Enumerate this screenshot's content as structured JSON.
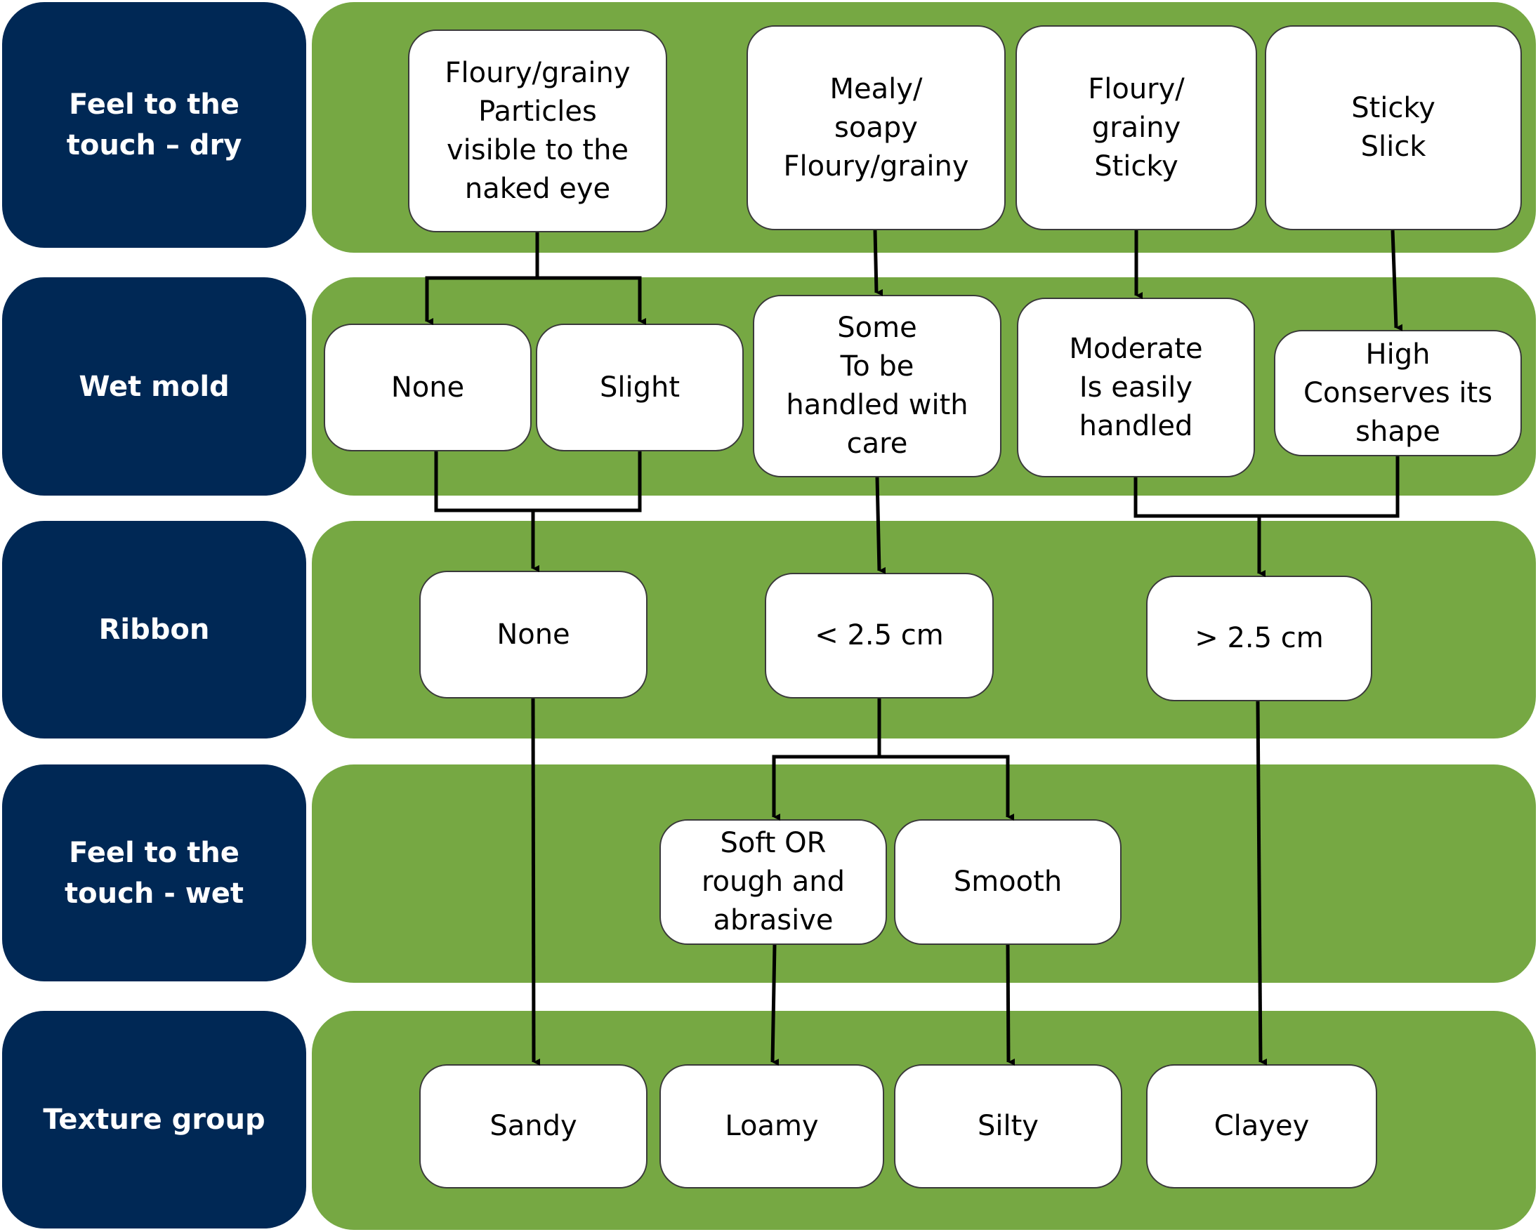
{
  "colors": {
    "label_bg": "#002855",
    "panel_bg": "#76a843",
    "box_bg": "#ffffff",
    "arrow": "#000000"
  },
  "rows": [
    {
      "label": "Feel to the touch – dry"
    },
    {
      "label": "Wet mold"
    },
    {
      "label": "Ribbon"
    },
    {
      "label": "Feel to the touch - wet"
    },
    {
      "label": "Texture group"
    }
  ],
  "dry": [
    "Floury/grainy\nParticles\nvisible to the\nnaked eye",
    "Mealy/\nsoapy\nFloury/grainy",
    "Floury/\ngrainy\nSticky",
    "Sticky\nSlick"
  ],
  "wet_mold": [
    "None",
    "Slight",
    "Some\nTo be\nhandled with\ncare",
    "Moderate\nIs easily\nhandled",
    "High\nConserves its\nshape"
  ],
  "ribbon": [
    "None",
    "< 2.5 cm",
    "> 2.5 cm"
  ],
  "wet_feel": [
    "Soft OR\nrough and\nabrasive",
    "Smooth"
  ],
  "texture": [
    "Sandy",
    "Loamy",
    "Silty",
    "Clayey"
  ]
}
